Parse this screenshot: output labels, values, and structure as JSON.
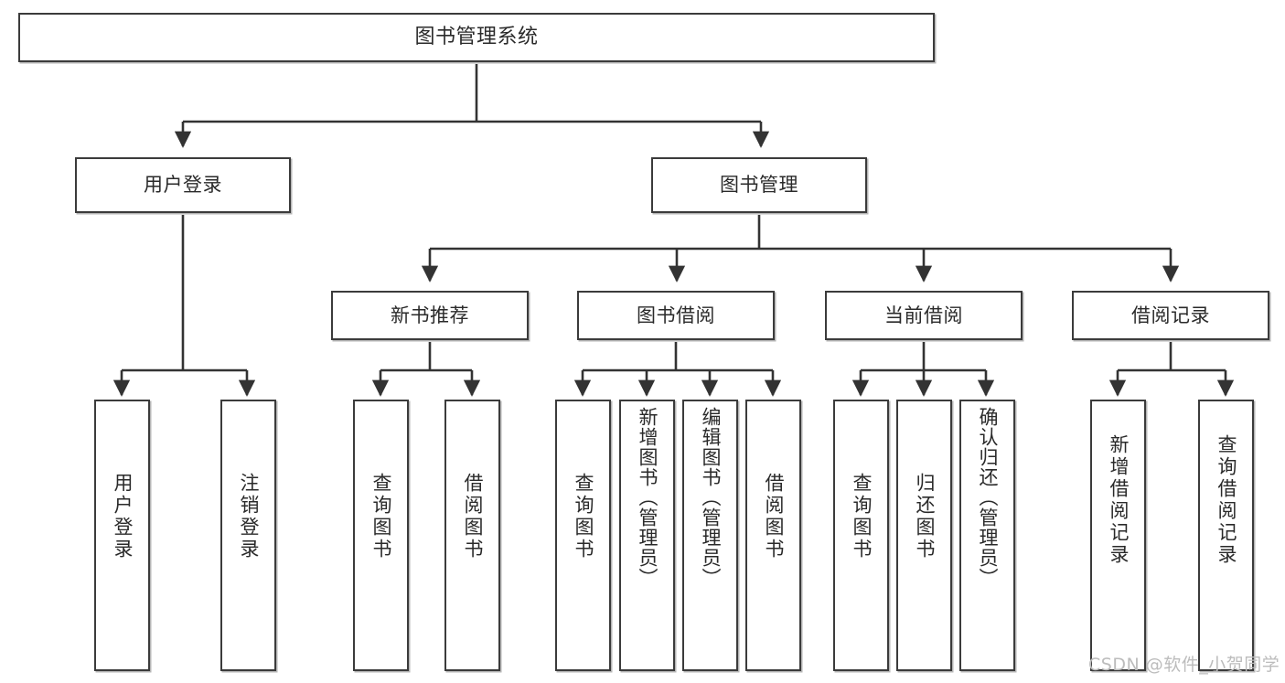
{
  "diagram": {
    "title": "图书管理系统",
    "type": "tree-hierarchy-chart",
    "watermark": "CSDN @软件_小贺同学",
    "colors": {
      "box_border": "#3b3b3b",
      "box_fill": "#ffffff",
      "connector": "#333333",
      "text": "#2a2a2a",
      "watermark": "#bcbcbc"
    },
    "root": {
      "label": "图书管理系统"
    },
    "branches": [
      {
        "label": "用户登录"
      },
      {
        "label": "图书管理"
      }
    ],
    "groups": [
      {
        "label": "新书推荐"
      },
      {
        "label": "图书借阅"
      },
      {
        "label": "当前借阅"
      },
      {
        "label": "借阅记录"
      }
    ],
    "leaves": {
      "user_login": [
        {
          "label": "用户登录"
        },
        {
          "label": "注销登录"
        }
      ],
      "new_book_recommend": [
        {
          "label": "查询图书"
        },
        {
          "label": "借阅图书"
        }
      ],
      "book_borrow": [
        {
          "label": "查询图书"
        },
        {
          "label": "新增图书（管理员）"
        },
        {
          "label": "编辑图书（管理员）"
        },
        {
          "label": "借阅图书"
        }
      ],
      "current_borrow": [
        {
          "label": "查询图书"
        },
        {
          "label": "归还图书"
        },
        {
          "label": "确认归还（管理员）"
        }
      ],
      "borrow_record": [
        {
          "label": "新增借阅记录"
        },
        {
          "label": "查询借阅记录"
        }
      ]
    }
  }
}
